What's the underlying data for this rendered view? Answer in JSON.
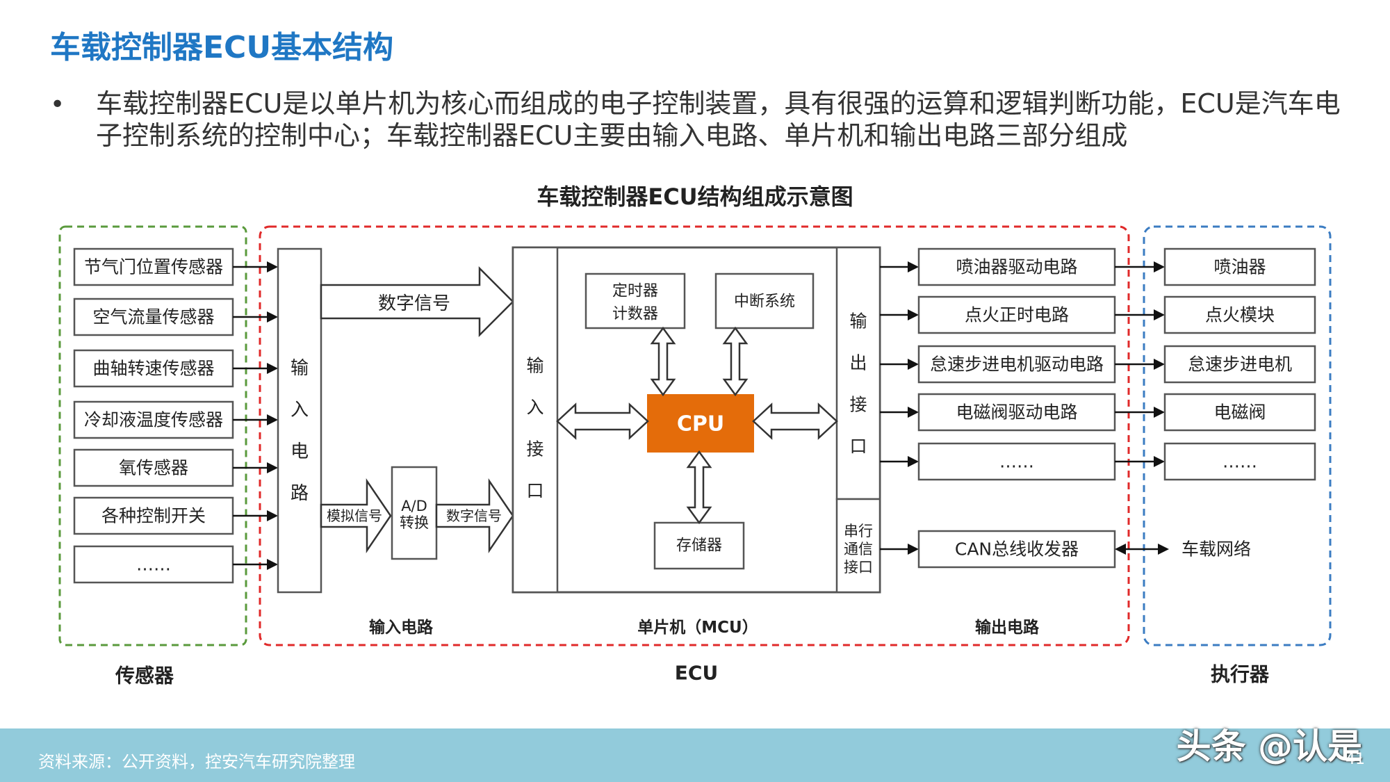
{
  "slide": {
    "title": "车载控制器ECU基本结构",
    "bullet": "车载控制器ECU是以单片机为核心而组成的电子控制装置，具有很强的运算和逻辑判断功能，ECU是汽车电子控制系统的控制中心；车载控制器ECU主要由输入电路、单片机和输出电路三部分组成",
    "bullet_marker": "•"
  },
  "diagram": {
    "title": "车载控制器ECU结构组成示意图",
    "colors": {
      "sensor_group": "#5a9a3c",
      "ecu_group": "#e02a2a",
      "actuator_group": "#3b7cc2",
      "cpu": "#e46c0a",
      "box_stroke": "#555555"
    },
    "sensors": [
      "节气门位置传感器",
      "空气流量传感器",
      "曲轴转速传感器",
      "冷却液温度传感器",
      "氧传感器",
      "各种控制开关",
      "……"
    ],
    "input_circuit": {
      "label": [
        "输",
        "入",
        "电",
        "路"
      ],
      "digital_signal": "数字信号",
      "analog_signal": "模拟信号",
      "ad_converter": [
        "A/D",
        "转换"
      ],
      "digital_signal_2": "数字信号"
    },
    "mcu": {
      "input_interface": [
        "输",
        "入",
        "接",
        "口"
      ],
      "output_interface": [
        "输",
        "出",
        "接",
        "口"
      ],
      "serial_interface": [
        "串行",
        "通信",
        "接口"
      ],
      "timer": [
        "定时器",
        "计数器"
      ],
      "interrupt": "中断系统",
      "cpu": "CPU",
      "memory": "存储器"
    },
    "drivers": [
      "喷油器驱动电路",
      "点火正时电路",
      "怠速步进电机驱动电路",
      "电磁阀驱动电路",
      "……",
      "CAN总线收发器"
    ],
    "actuators": [
      "喷油器",
      "点火模块",
      "怠速步进电机",
      "电磁阀",
      "……"
    ],
    "network": "车载网络",
    "section_labels": {
      "input": "输入电路",
      "mcu": "单片机（MCU）",
      "output": "输出电路"
    },
    "group_labels": {
      "sensors": "传感器",
      "ecu": "ECU",
      "actuators": "执行器"
    }
  },
  "footer": {
    "source": "资料来源：公开资料，控安汽车研究院整理",
    "watermark": "头条 @认是",
    "page": "41"
  }
}
